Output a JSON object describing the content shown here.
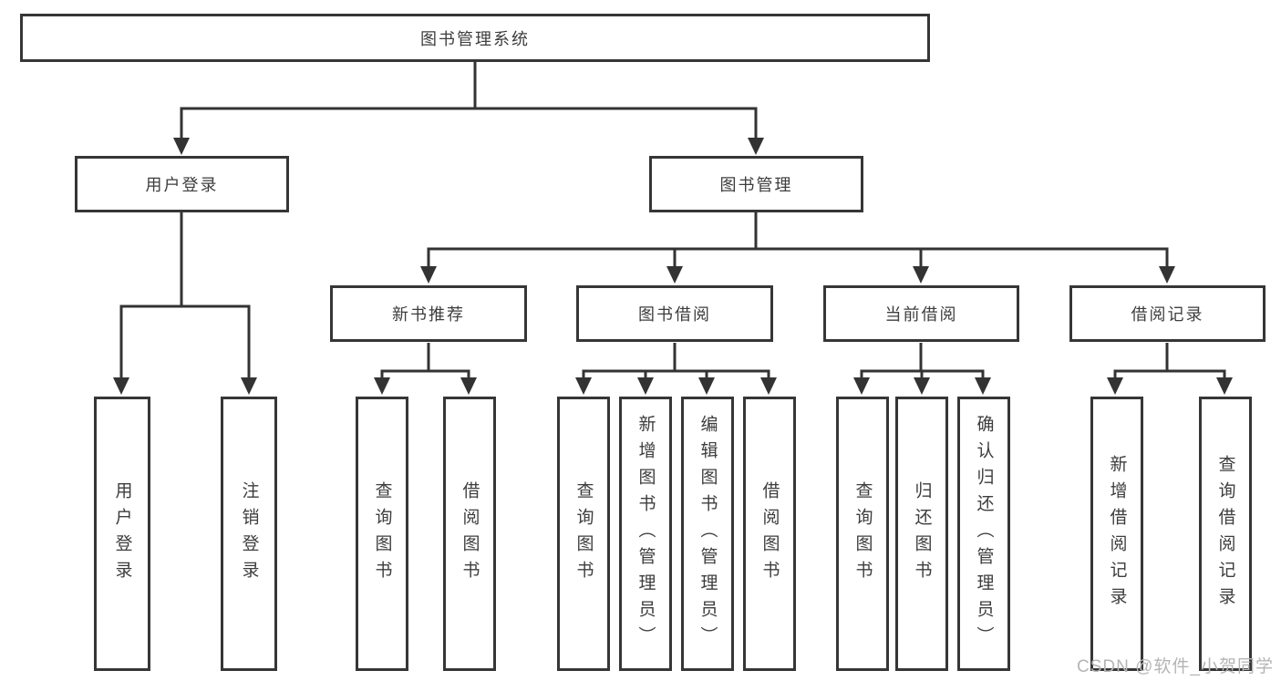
{
  "diagram": {
    "root": "图书管理系统",
    "children": [
      {
        "label": "用户登录",
        "children": [
          {
            "label": "用户登录"
          },
          {
            "label": "注销登录"
          }
        ]
      },
      {
        "label": "图书管理",
        "children": [
          {
            "label": "新书推荐",
            "children": [
              {
                "label": "查询图书"
              },
              {
                "label": "借阅图书"
              }
            ]
          },
          {
            "label": "图书借阅",
            "children": [
              {
                "label": "查询图书"
              },
              {
                "label": "新增图书（管理员）"
              },
              {
                "label": "编辑图书（管理员）"
              },
              {
                "label": "借阅图书"
              }
            ]
          },
          {
            "label": "当前借阅",
            "children": [
              {
                "label": "查询图书"
              },
              {
                "label": "归还图书"
              },
              {
                "label": "确认归还（管理员）"
              }
            ]
          },
          {
            "label": "借阅记录",
            "children": [
              {
                "label": "新增借阅记录"
              },
              {
                "label": "查询借阅记录"
              }
            ]
          }
        ]
      }
    ]
  },
  "watermark": "CSDN @软件_小贺同学",
  "colors": {
    "line": "#333333",
    "text": "#3d3d3d",
    "background": "#ffffff",
    "watermark": "#b5b5b5"
  }
}
